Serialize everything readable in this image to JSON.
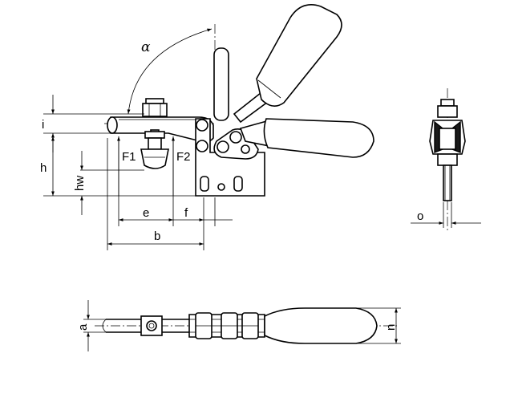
{
  "labels": {
    "alpha": "α",
    "i": "i",
    "h": "h",
    "hw": "hw",
    "F1": "F1",
    "F2": "F2",
    "e": "e",
    "f": "f",
    "b": "b",
    "o": "o",
    "a": "a",
    "n": "n"
  }
}
